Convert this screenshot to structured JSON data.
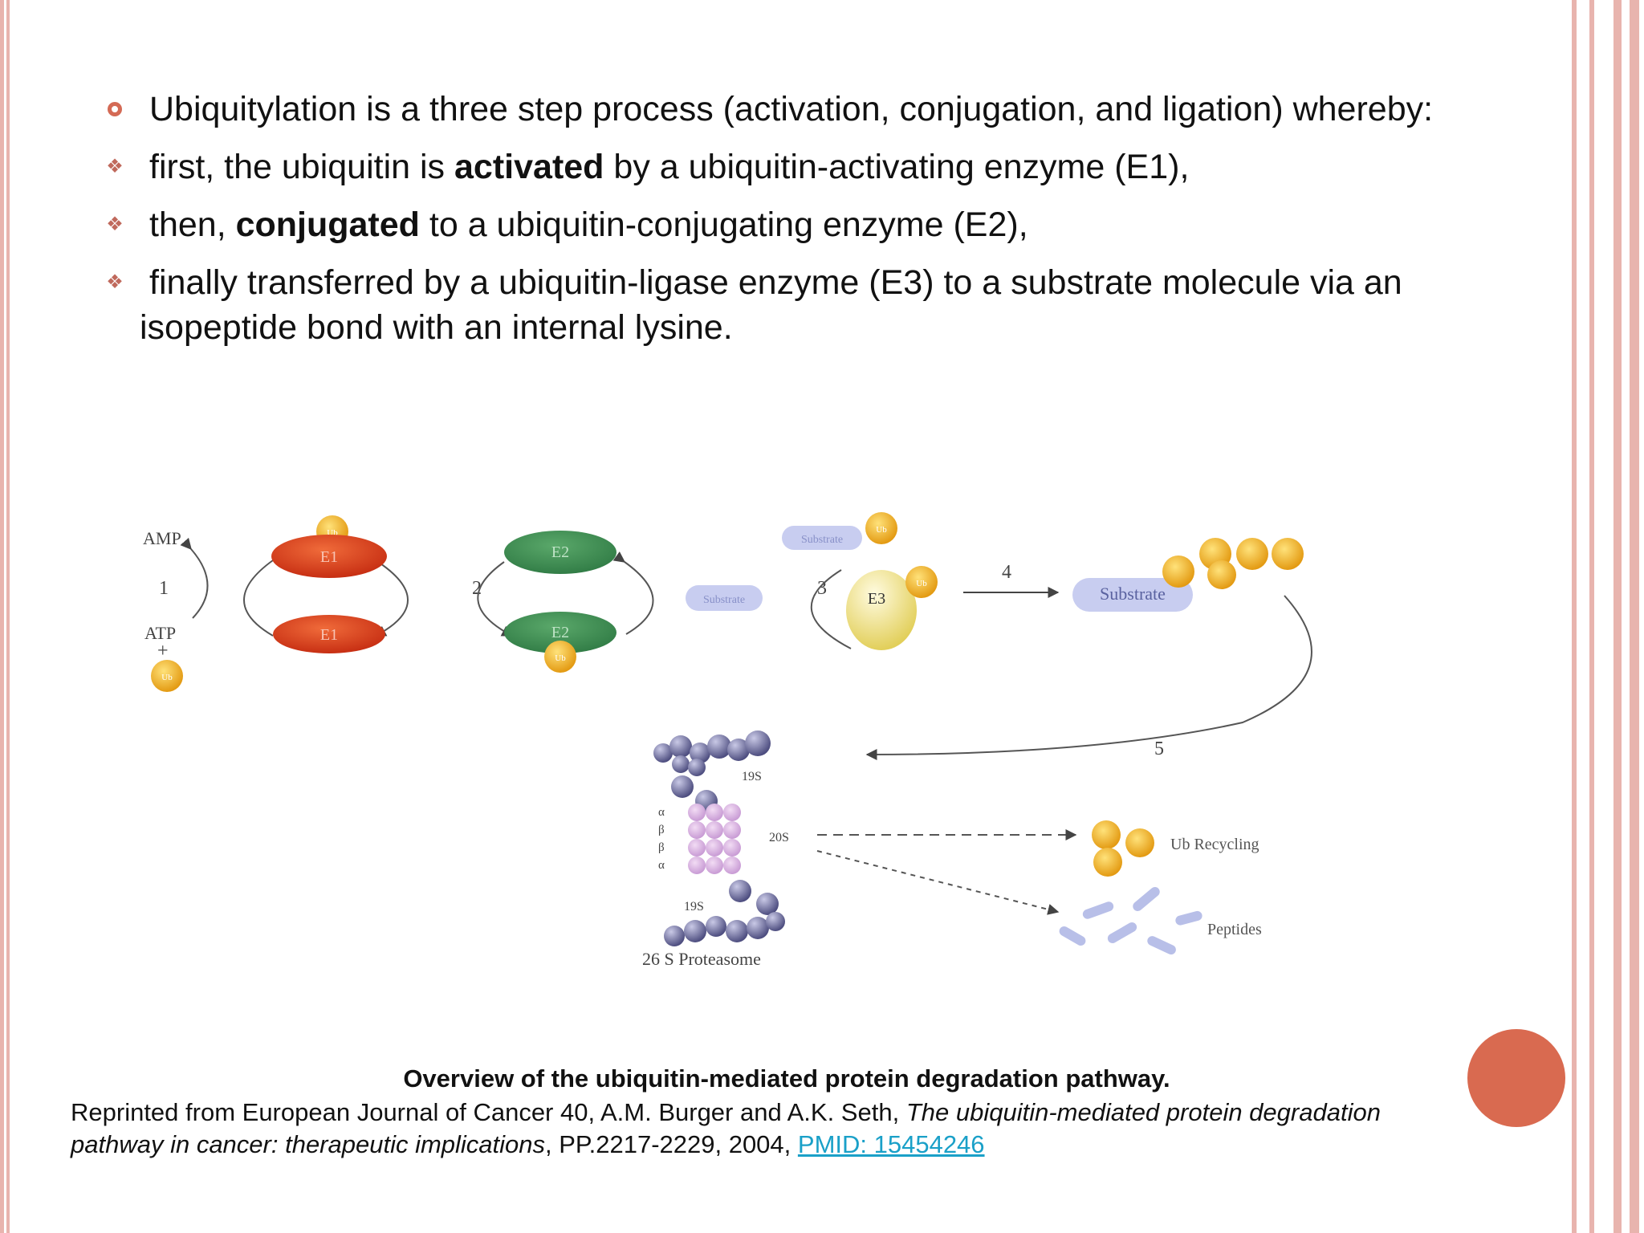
{
  "bullets": [
    {
      "text": "Ubiquitylation is a three step process  (activation, conjugation, and ligation) whereby:"
    },
    {
      "pre": " first, the ubiquitin is ",
      "bold": "activated",
      "post": " by a ubiquitin-activating enzyme (E1),"
    },
    {
      "pre": " then, ",
      "bold": "conjugated",
      "post": " to a ubiquitin-conjugating enzyme (E2),"
    },
    {
      "line1": " finally transferred by a ubiquitin-ligase enzyme (E3) to a substrate molecule via an",
      "line2": "isopeptide bond with an internal lysine."
    }
  ],
  "diagram": {
    "amp": "AMP",
    "atp": "ATP",
    "plus": "+",
    "step1": "1",
    "step2": "2",
    "step3": "3",
    "step4": "4",
    "step5": "5",
    "e1": "E1",
    "e2": "E2",
    "e3": "E3",
    "ub": "Ub",
    "substrate": "Substrate",
    "s19_top": "19S",
    "s20": "20S",
    "s19_bottom": "19S",
    "alpha": "α",
    "beta": "β",
    "proteasome": "26 S Proteasome",
    "ub_recycling": "Ub Recycling",
    "peptides": "Peptides"
  },
  "caption": {
    "title": "Overview of the ubiquitin-mediated protein degradation pathway.",
    "reprint_pre": "Reprinted from European Journal of Cancer 40, A.M. Burger and A.K. Seth, ",
    "reprint_italic": "The ubiquitin-mediated protein degradation pathway in cancer: therapeutic implications",
    "reprint_post": ", PP.2217-2229, 2004, ",
    "link": "PMID: 15454246"
  },
  "colors": {
    "accent": "#d96a50",
    "border": "#e8b4ae",
    "link": "#1aa0c8"
  }
}
